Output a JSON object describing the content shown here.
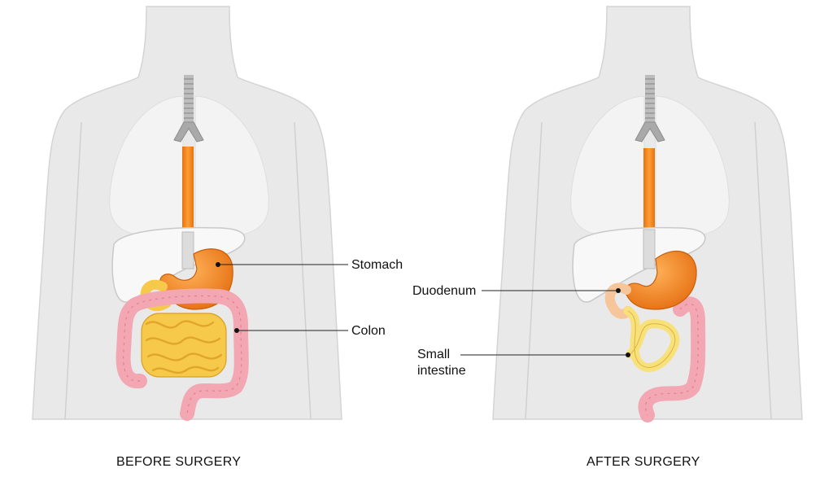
{
  "panels": [
    {
      "caption": "BEFORE SURGERY",
      "labels": {
        "stomach": "Stomach",
        "colon": "Colon"
      }
    },
    {
      "caption": "AFTER SURGERY",
      "labels": {
        "duodenum": "Duodenum",
        "small_intestine_line1": "Small",
        "small_intestine_line2": "intestine"
      }
    }
  ],
  "colors": {
    "body": "#e9e9e9",
    "body_outline": "#d2d2d2",
    "lungs": "#f2f2f2",
    "liver": "#f7f7f7",
    "esophagus": "#f28a1e",
    "stomach": "#f28a1e",
    "intestine": "#f7c94a",
    "colon": "#f2a7b3",
    "pouch": "#f8e07a",
    "duodenum": "#f6c69a"
  },
  "icons": [
    "trachea-icon",
    "esophagus-icon",
    "stomach-icon",
    "liver-icon",
    "colon-icon",
    "small-intestine-icon",
    "duodenum-icon"
  ]
}
